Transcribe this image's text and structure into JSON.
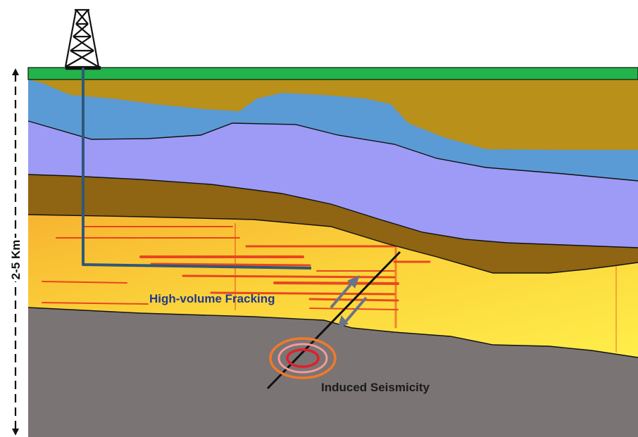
{
  "labels": {
    "fracking": "High-volume Fracking",
    "seismicity": "Induced Seismicity",
    "depth": "2-5 Km"
  },
  "icons": {
    "rig": "drilling-rig-icon",
    "epicenter": "seismic-rings-icon",
    "slip_arrows": "fault-slip-arrows"
  },
  "colors": {
    "surface": "#22b34a",
    "ochre": "#b8901a",
    "blue": "#5b9bd5",
    "lavender": "#9d9bf6",
    "brown": "#8f6412",
    "basement": "#7b7474",
    "wellbore": "#2f5878",
    "fault": "#111111"
  }
}
